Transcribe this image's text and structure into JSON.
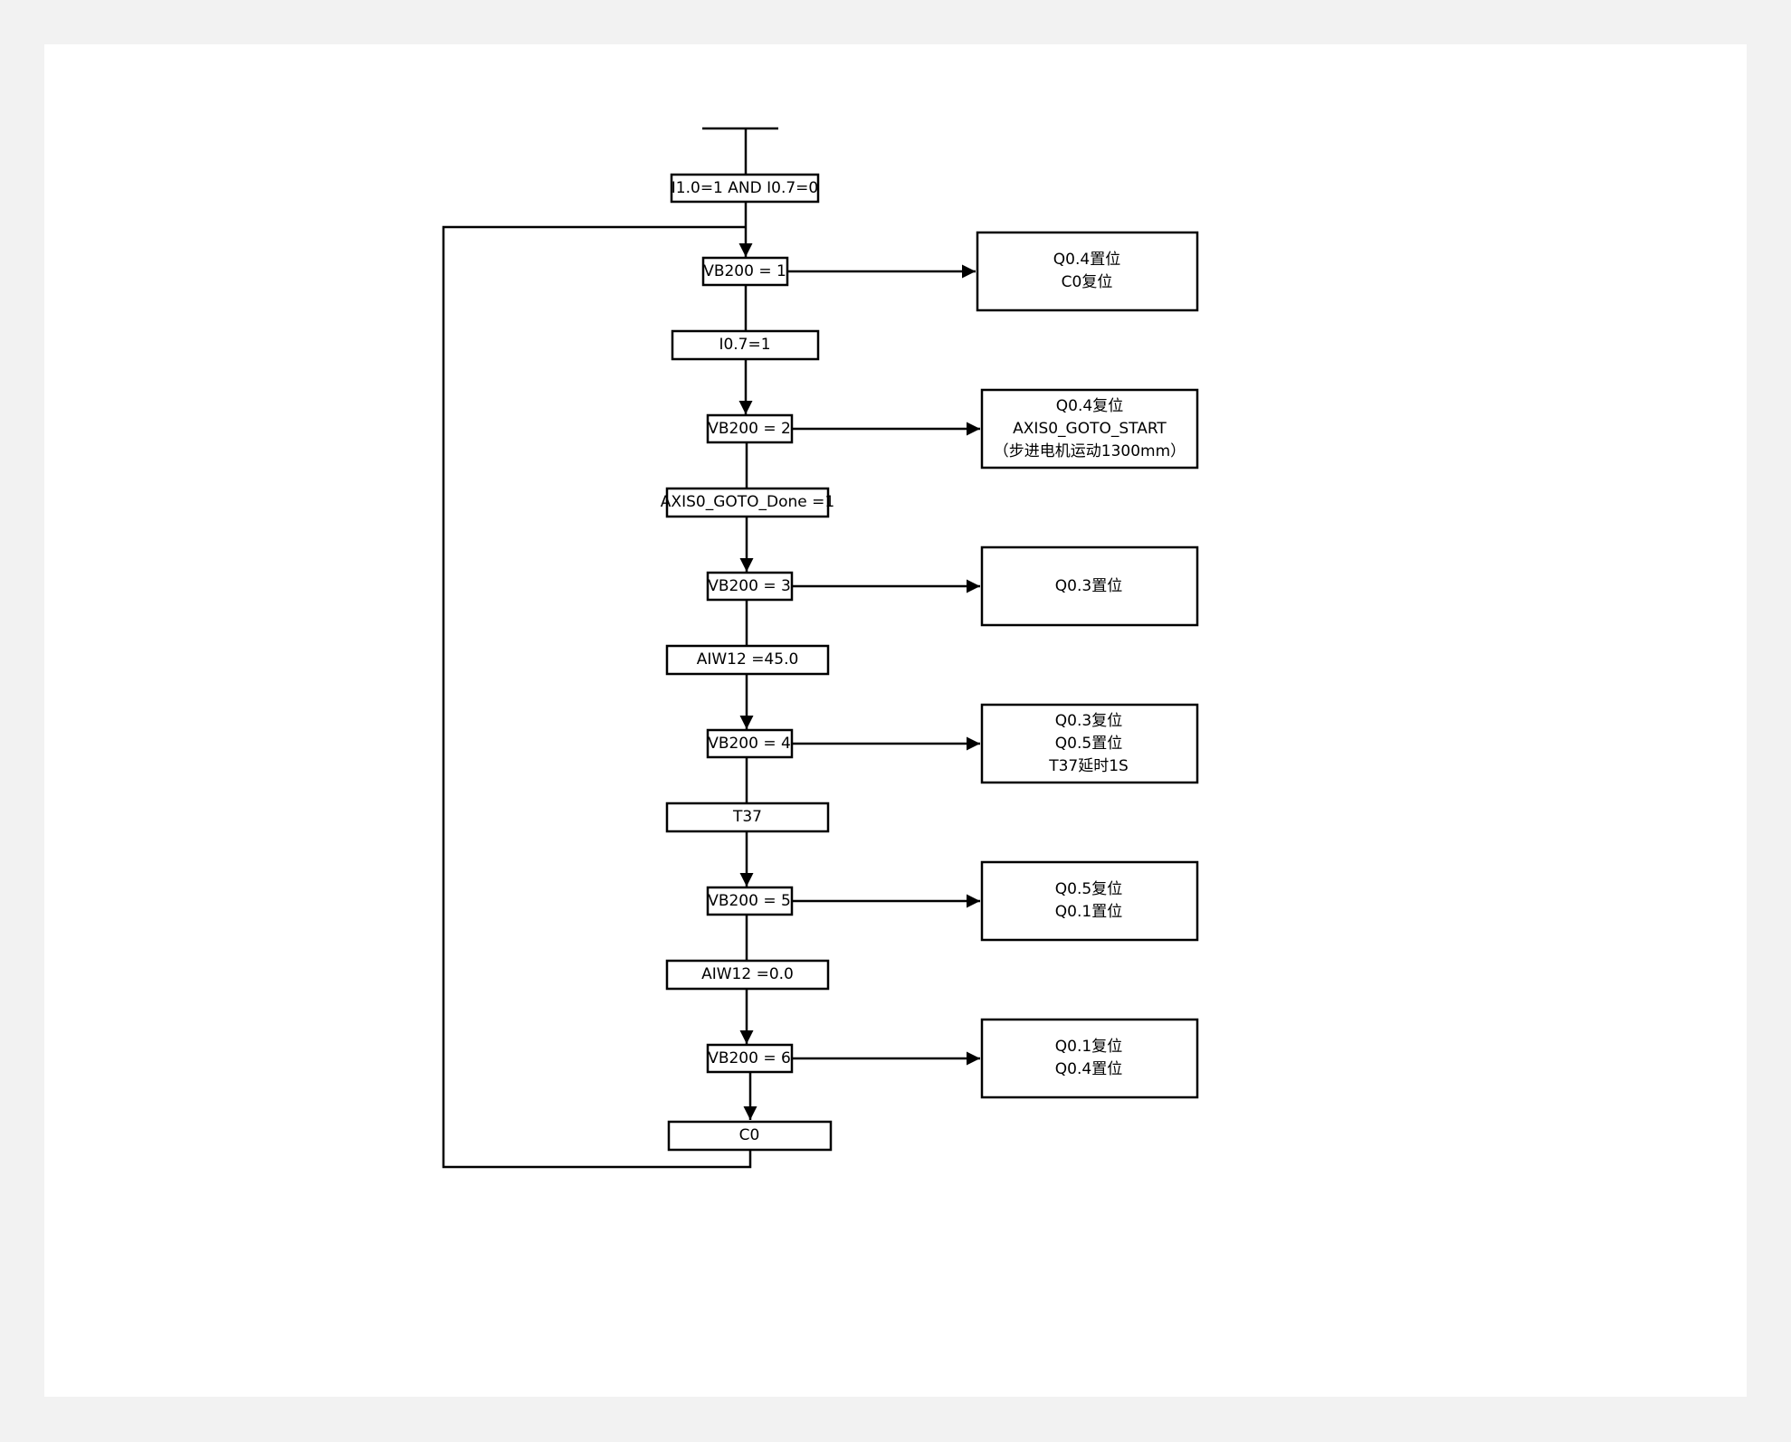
{
  "steps": [
    {
      "label": "VB200 = 1"
    },
    {
      "label": "VB200 = 2"
    },
    {
      "label": "VB200 = 3"
    },
    {
      "label": "VB200 = 4"
    },
    {
      "label": "VB200 = 5"
    },
    {
      "label": "VB200 = 6"
    }
  ],
  "transitions": [
    {
      "label": "I1.0=1 AND I0.7=0"
    },
    {
      "label": "I0.7=1"
    },
    {
      "label": "AXIS0_GOTO_Done =1"
    },
    {
      "label": "AIW12 =45.0"
    },
    {
      "label": "T37"
    },
    {
      "label": "AIW12 =0.0"
    },
    {
      "label": "C0"
    }
  ],
  "actions": [
    {
      "lines": [
        "Q0.4置位",
        "C0复位"
      ]
    },
    {
      "lines": [
        "Q0.4复位",
        "AXIS0_GOTO_START",
        "（步进电机运动1300mm）"
      ]
    },
    {
      "lines": [
        "Q0.3置位"
      ]
    },
    {
      "lines": [
        "Q0.3复位",
        "Q0.5置位",
        "T37延时1S"
      ]
    },
    {
      "lines": [
        "Q0.5复位",
        "Q0.1置位"
      ]
    },
    {
      "lines": [
        "Q0.1复位",
        "Q0.4置位"
      ]
    }
  ]
}
